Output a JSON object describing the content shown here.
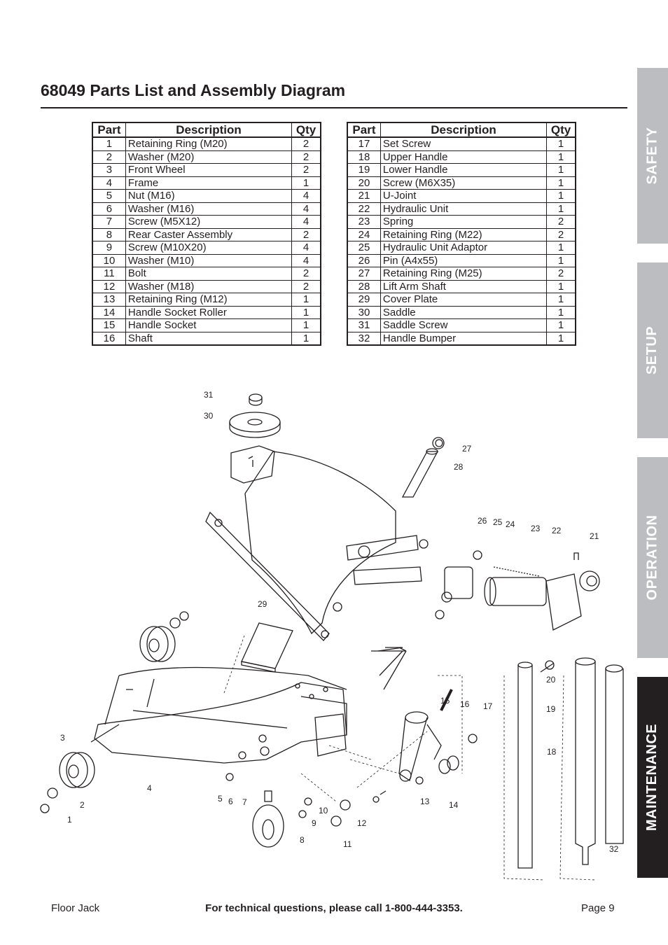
{
  "title": "68049 Parts List and Assembly Diagram",
  "table_headers": {
    "part": "Part",
    "description": "Description",
    "qty": "Qty"
  },
  "parts_left": [
    {
      "part": "1",
      "description": "Retaining Ring (M20)",
      "qty": "2"
    },
    {
      "part": "2",
      "description": "Washer (M20)",
      "qty": "2"
    },
    {
      "part": "3",
      "description": "Front Wheel",
      "qty": "2"
    },
    {
      "part": "4",
      "description": "Frame",
      "qty": "1"
    },
    {
      "part": "5",
      "description": "Nut (M16)",
      "qty": "4"
    },
    {
      "part": "6",
      "description": "Washer (M16)",
      "qty": "4"
    },
    {
      "part": "7",
      "description": "Screw (M5X12)",
      "qty": "4"
    },
    {
      "part": "8",
      "description": "Rear Caster Assembly",
      "qty": "2"
    },
    {
      "part": "9",
      "description": "Screw (M10X20)",
      "qty": "4"
    },
    {
      "part": "10",
      "description": "Washer (M10)",
      "qty": "4"
    },
    {
      "part": "11",
      "description": "Bolt",
      "qty": "2"
    },
    {
      "part": "12",
      "description": "Washer (M18)",
      "qty": "2"
    },
    {
      "part": "13",
      "description": "Retaining Ring (M12)",
      "qty": "1"
    },
    {
      "part": "14",
      "description": "Handle Socket Roller",
      "qty": "1"
    },
    {
      "part": "15",
      "description": "Handle Socket",
      "qty": "1"
    },
    {
      "part": "16",
      "description": "Shaft",
      "qty": "1"
    }
  ],
  "parts_right": [
    {
      "part": "17",
      "description": "Set Screw",
      "qty": "1"
    },
    {
      "part": "18",
      "description": "Upper Handle",
      "qty": "1"
    },
    {
      "part": "19",
      "description": "Lower Handle",
      "qty": "1"
    },
    {
      "part": "20",
      "description": "Screw (M6X35)",
      "qty": "1"
    },
    {
      "part": "21",
      "description": "U-Joint",
      "qty": "1"
    },
    {
      "part": "22",
      "description": "Hydraulic Unit",
      "qty": "1"
    },
    {
      "part": "23",
      "description": "Spring",
      "qty": "2"
    },
    {
      "part": "24",
      "description": "Retaining Ring (M22)",
      "qty": "2"
    },
    {
      "part": "25",
      "description": "Hydraulic Unit Adaptor",
      "qty": "1"
    },
    {
      "part": "26",
      "description": "Pin (A4x55)",
      "qty": "1"
    },
    {
      "part": "27",
      "description": "Retaining Ring (M25)",
      "qty": "2"
    },
    {
      "part": "28",
      "description": "Lift Arm Shaft",
      "qty": "1"
    },
    {
      "part": "29",
      "description": "Cover Plate",
      "qty": "1"
    },
    {
      "part": "30",
      "description": "Saddle",
      "qty": "1"
    },
    {
      "part": "31",
      "description": "Saddle Screw",
      "qty": "1"
    },
    {
      "part": "32",
      "description": "Handle Bumper",
      "qty": "1"
    }
  ],
  "callouts": [
    "1",
    "2",
    "3",
    "4",
    "5",
    "6",
    "7",
    "8",
    "9",
    "10",
    "11",
    "12",
    "13",
    "14",
    "15",
    "16",
    "17",
    "18",
    "19",
    "20",
    "21",
    "22",
    "23",
    "24",
    "25",
    "26",
    "27",
    "28",
    "29",
    "30",
    "31",
    "32"
  ],
  "side_tabs": [
    {
      "label": "SAFETY",
      "active": false
    },
    {
      "label": "SETUP",
      "active": false
    },
    {
      "label": "OPERATION",
      "active": false
    },
    {
      "label": "MAINTENANCE",
      "active": true
    }
  ],
  "footer": {
    "left": "Floor Jack",
    "center": "For technical questions, please call 1-800-444-3353.",
    "right": "Page 9"
  }
}
